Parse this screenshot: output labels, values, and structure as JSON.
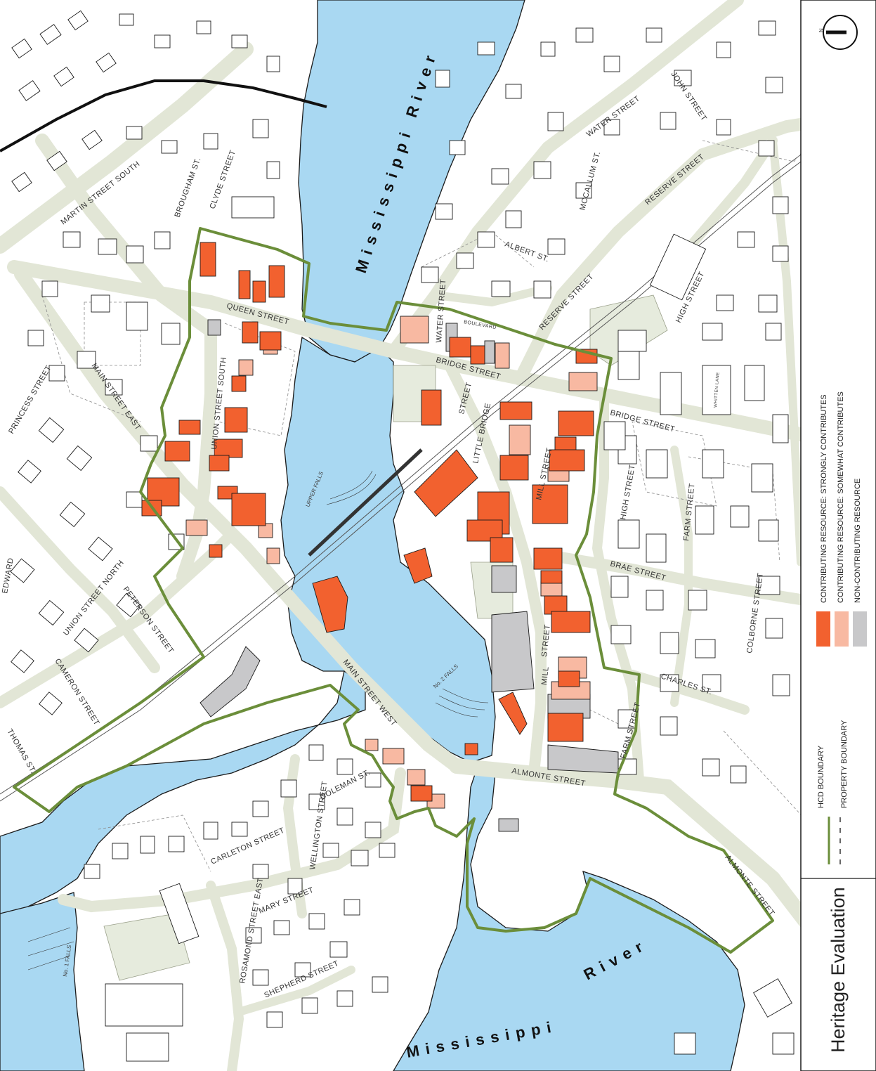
{
  "title": "Heritage Evaluation",
  "colors": {
    "water": "#a9d8f2",
    "road": "#e2e6d6",
    "park": "#e6ebdd",
    "hcd_boundary": "#6b8e3a",
    "strong": "#f2612f",
    "somewhat": "#f8b9a2",
    "noncontrib": "#c8c8ca"
  },
  "legend": {
    "hcd_boundary": "HCD BOUNDARY",
    "property_boundary": "PROPERTY BOUNDARY",
    "strong": "CONTRIBUTING RESOURCE: STRONGLY CONTRIBUTES",
    "somewhat": "CONTRIBUTING RESOURCE: SOMEWHAT CONTRIBUTES",
    "noncontrib": "NON-CONTRIBUTING RESOURCE"
  },
  "north_arrow": "N",
  "rivers": {
    "north": "Mississippi River",
    "south_a": "Mississippi",
    "south_b": "River"
  },
  "falls": {
    "upper": "UPPER FALLS",
    "no2": "No. 2 FALLS",
    "no1": "No. 1 FALLS"
  },
  "streets": {
    "martin_south": "MARTIN STREET SOUTH",
    "brougham": "BROUGHAM ST.",
    "clyde": "CLYDE STREET",
    "queen": "QUEEN STREET",
    "union_south": "UNION STREET SOUTH",
    "main_east": "MAIN STREET EAST",
    "princess": "PRINCESS STREET",
    "edward": "EDWARD",
    "union_north": "UNION STREET NORTH",
    "peterson": "PETERSON STREET",
    "cameron": "CAMERON STREET",
    "thomas": "THOMAS ST.",
    "main_west": "MAIN STREET WEST",
    "coleman": "COLEMAN ST.",
    "wellington": "WELLINGTON STREET",
    "carleton": "CARLETON STREET",
    "mary": "MARY STREET",
    "rosamond": "ROSAMOND STREET EAST",
    "shepherd": "SHEPHERD STREET",
    "water": "WATER STREET",
    "albert": "ALBERT ST.",
    "bridge": "BRIDGE STREET",
    "bridge_east": "BRIDGE STREET",
    "reserve_a": "RESERVE STREET",
    "reserve_b": "RESERVE STREET",
    "mccallum": "MCCALLUM ST.",
    "water_north": "WATER STREET",
    "john": "JOHN STREET",
    "high_a": "HIGH STREET",
    "high_b": "HIGH STREET",
    "little_bridge": "LITTLE BRIDGE",
    "street_short": "STREET",
    "mill_a": "MILL STREET",
    "mill_b": "MILL",
    "mill_c": "STREET",
    "brae": "BRAE STREET",
    "farm_a": "FARM STREET",
    "farm_b": "FARM STREET",
    "colborne": "COLBORNE STREET",
    "charles": "CHARLES ST.",
    "almonte_a": "ALMONTE STREET",
    "almonte_b": "ALMONTE STREET",
    "whitten": "WHITTEN LANE",
    "boulevard": "BOULEVARD"
  }
}
